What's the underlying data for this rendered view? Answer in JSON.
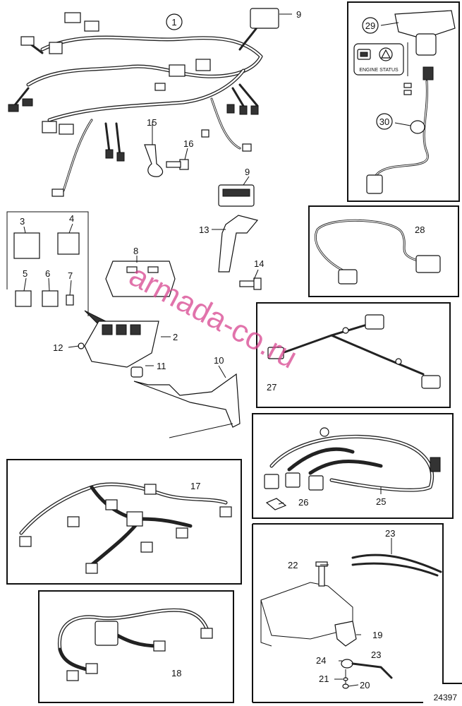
{
  "callouts": {
    "c1": "1",
    "c2": "2",
    "c3": "3",
    "c4": "4",
    "c5": "5",
    "c6": "6",
    "c7": "7",
    "c8": "8",
    "c9a": "9",
    "c9b": "9",
    "c10": "10",
    "c11": "11",
    "c12": "12",
    "c13": "13",
    "c14": "14",
    "c15": "15",
    "c16": "16",
    "c17": "17",
    "c18": "18",
    "c19": "19",
    "c20": "20",
    "c21": "21",
    "c22": "22",
    "c23a": "23",
    "c23b": "23",
    "c24": "24",
    "c25": "25",
    "c26": "26",
    "c27": "27",
    "c28": "28",
    "c29": "29",
    "c30": "30"
  },
  "panel_text": {
    "engine_status": "ENGINE STATUS"
  },
  "watermark": "armada-co.ru",
  "drawing_number": "24397",
  "icons": [
    "engine-icon",
    "warning-triangle-icon"
  ]
}
